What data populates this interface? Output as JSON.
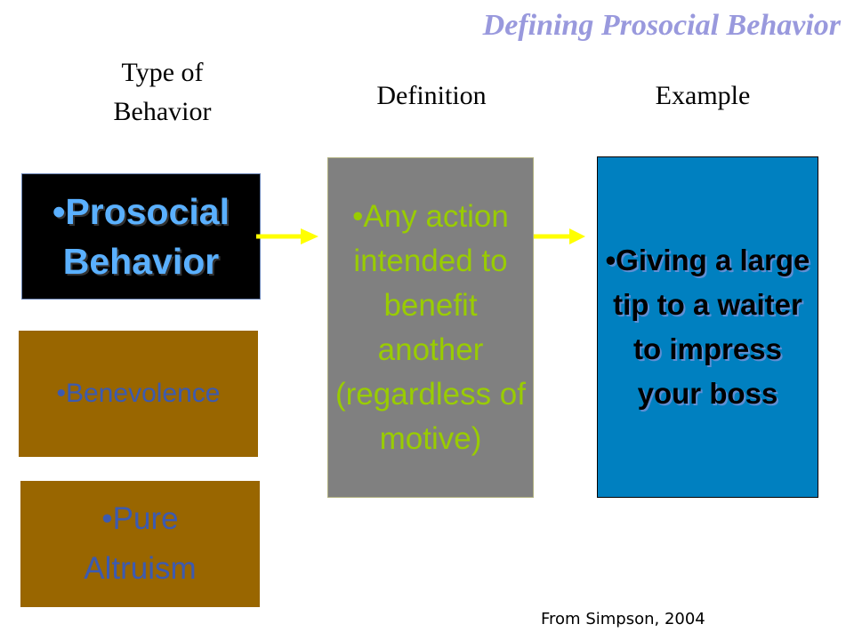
{
  "title": "Defining Prosocial Behavior",
  "headers": {
    "type": "Type of Behavior",
    "definition": "Definition",
    "example": "Example"
  },
  "types": {
    "prosocial": {
      "line1": "•Prosocial",
      "line2": "Behavior"
    },
    "benevolence": "•Benevolence",
    "pure_altruism": {
      "line1": "•Pure",
      "line2": "Altruism"
    }
  },
  "definition": {
    "text": "•Any action intended to benefit another (regardless of motive)"
  },
  "example": {
    "text": "•Giving a large tip to a waiter to impress your boss"
  },
  "source": "From Simpson, 2004",
  "colors": {
    "title": "#9999dd",
    "prosocial_bg": "#000000",
    "prosocial_text": "#5ab0ff",
    "benevolence_bg": "#996600",
    "benevolence_text": "#3c5ab0",
    "definition_bg": "#808080",
    "definition_text": "#99cc00",
    "example_bg": "#0080c0",
    "arrow": "#ffff00"
  }
}
